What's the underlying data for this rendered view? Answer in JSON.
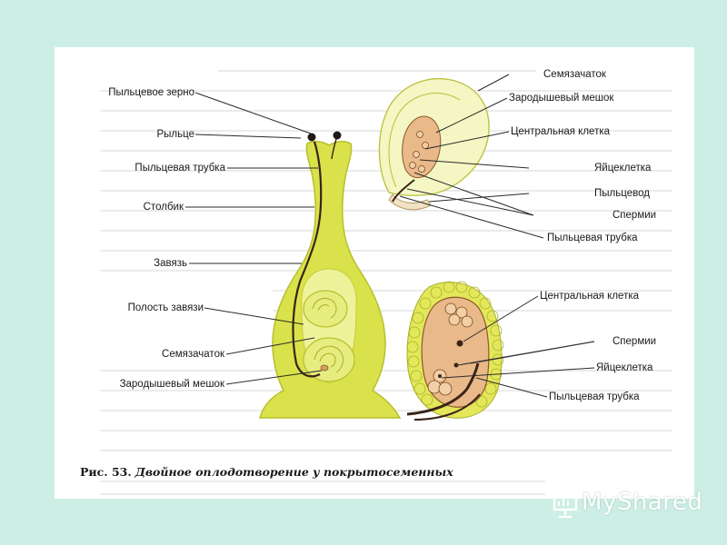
{
  "figure": {
    "caption_number": "Рис. 53.",
    "caption_text": "Двойное оплодотворение у покрытосеменных"
  },
  "pistil_labels": [
    "Пыльцевое зерно",
    "Рыльце",
    "Пыльцевая трубка",
    "Столбик",
    "Завязь",
    "Полость завязи",
    "Семязачаток",
    "Зародышевый мешок"
  ],
  "ovule_labels": [
    "Семязачаток",
    "Зародышевый мешок",
    "Центральная клетка",
    "Яйцеклетка",
    "Пыльцевод",
    "Спермии",
    "Пыльцевая трубка"
  ],
  "sac_labels": [
    "Центральная клетка",
    "Спермии",
    "Яйцеклетка",
    "Пыльцевая трубка"
  ],
  "watermark": "MyShared",
  "colors": {
    "pistil_fill": "#d9e24a",
    "pistil_light": "#eef29a",
    "sac_fill": "#e9b98a",
    "cell_fill": "#f2cfa6",
    "pollen_tube": "#3a2418",
    "background": "#cdeee5"
  }
}
